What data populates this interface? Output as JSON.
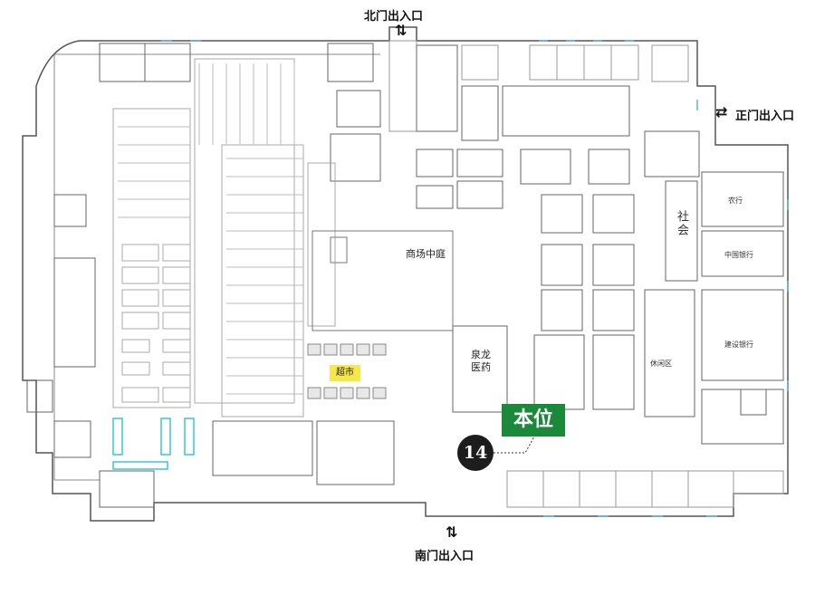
{
  "entrances": {
    "north": "北门出入口",
    "east": "正门出入口",
    "south": "南门出入口"
  },
  "marker": {
    "here_label": "本位",
    "store_number": "14",
    "colors": {
      "here_badge": "#1a8a3a",
      "store_circle": "#1d1d1d"
    }
  },
  "areas": {
    "atrium": "商场中庭",
    "supermarket": "超市",
    "pharmacy": "泉龙医药",
    "social": "社会",
    "rest_area": "休闲区",
    "china_bank": "中国银行",
    "ccb": "建设银行",
    "bank_small": "农行"
  },
  "icons": {
    "entrance_arrow": "double-arrow-icon"
  }
}
